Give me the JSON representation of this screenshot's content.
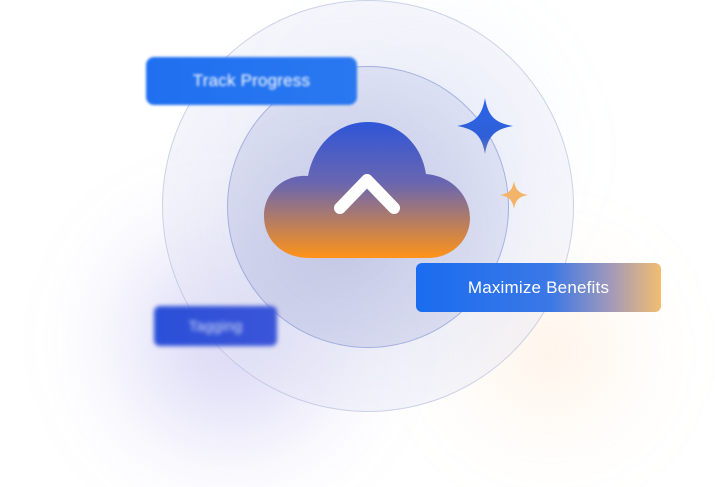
{
  "labels": {
    "track_progress": "Track Progress",
    "tagging": "Tagging",
    "maximize_benefits": "Maximize Benefits"
  },
  "icons": {
    "center": "cloud-upload-icon",
    "sparkle_large": "sparkle-icon",
    "sparkle_small": "sparkle-icon"
  },
  "colors": {
    "primary_blue": "#1f6ff0",
    "cloud_top": "#2f55d8",
    "cloud_bottom": "#ff9318",
    "sparkle_blue": "#2a64e8",
    "sparkle_orange": "#f3b469"
  }
}
